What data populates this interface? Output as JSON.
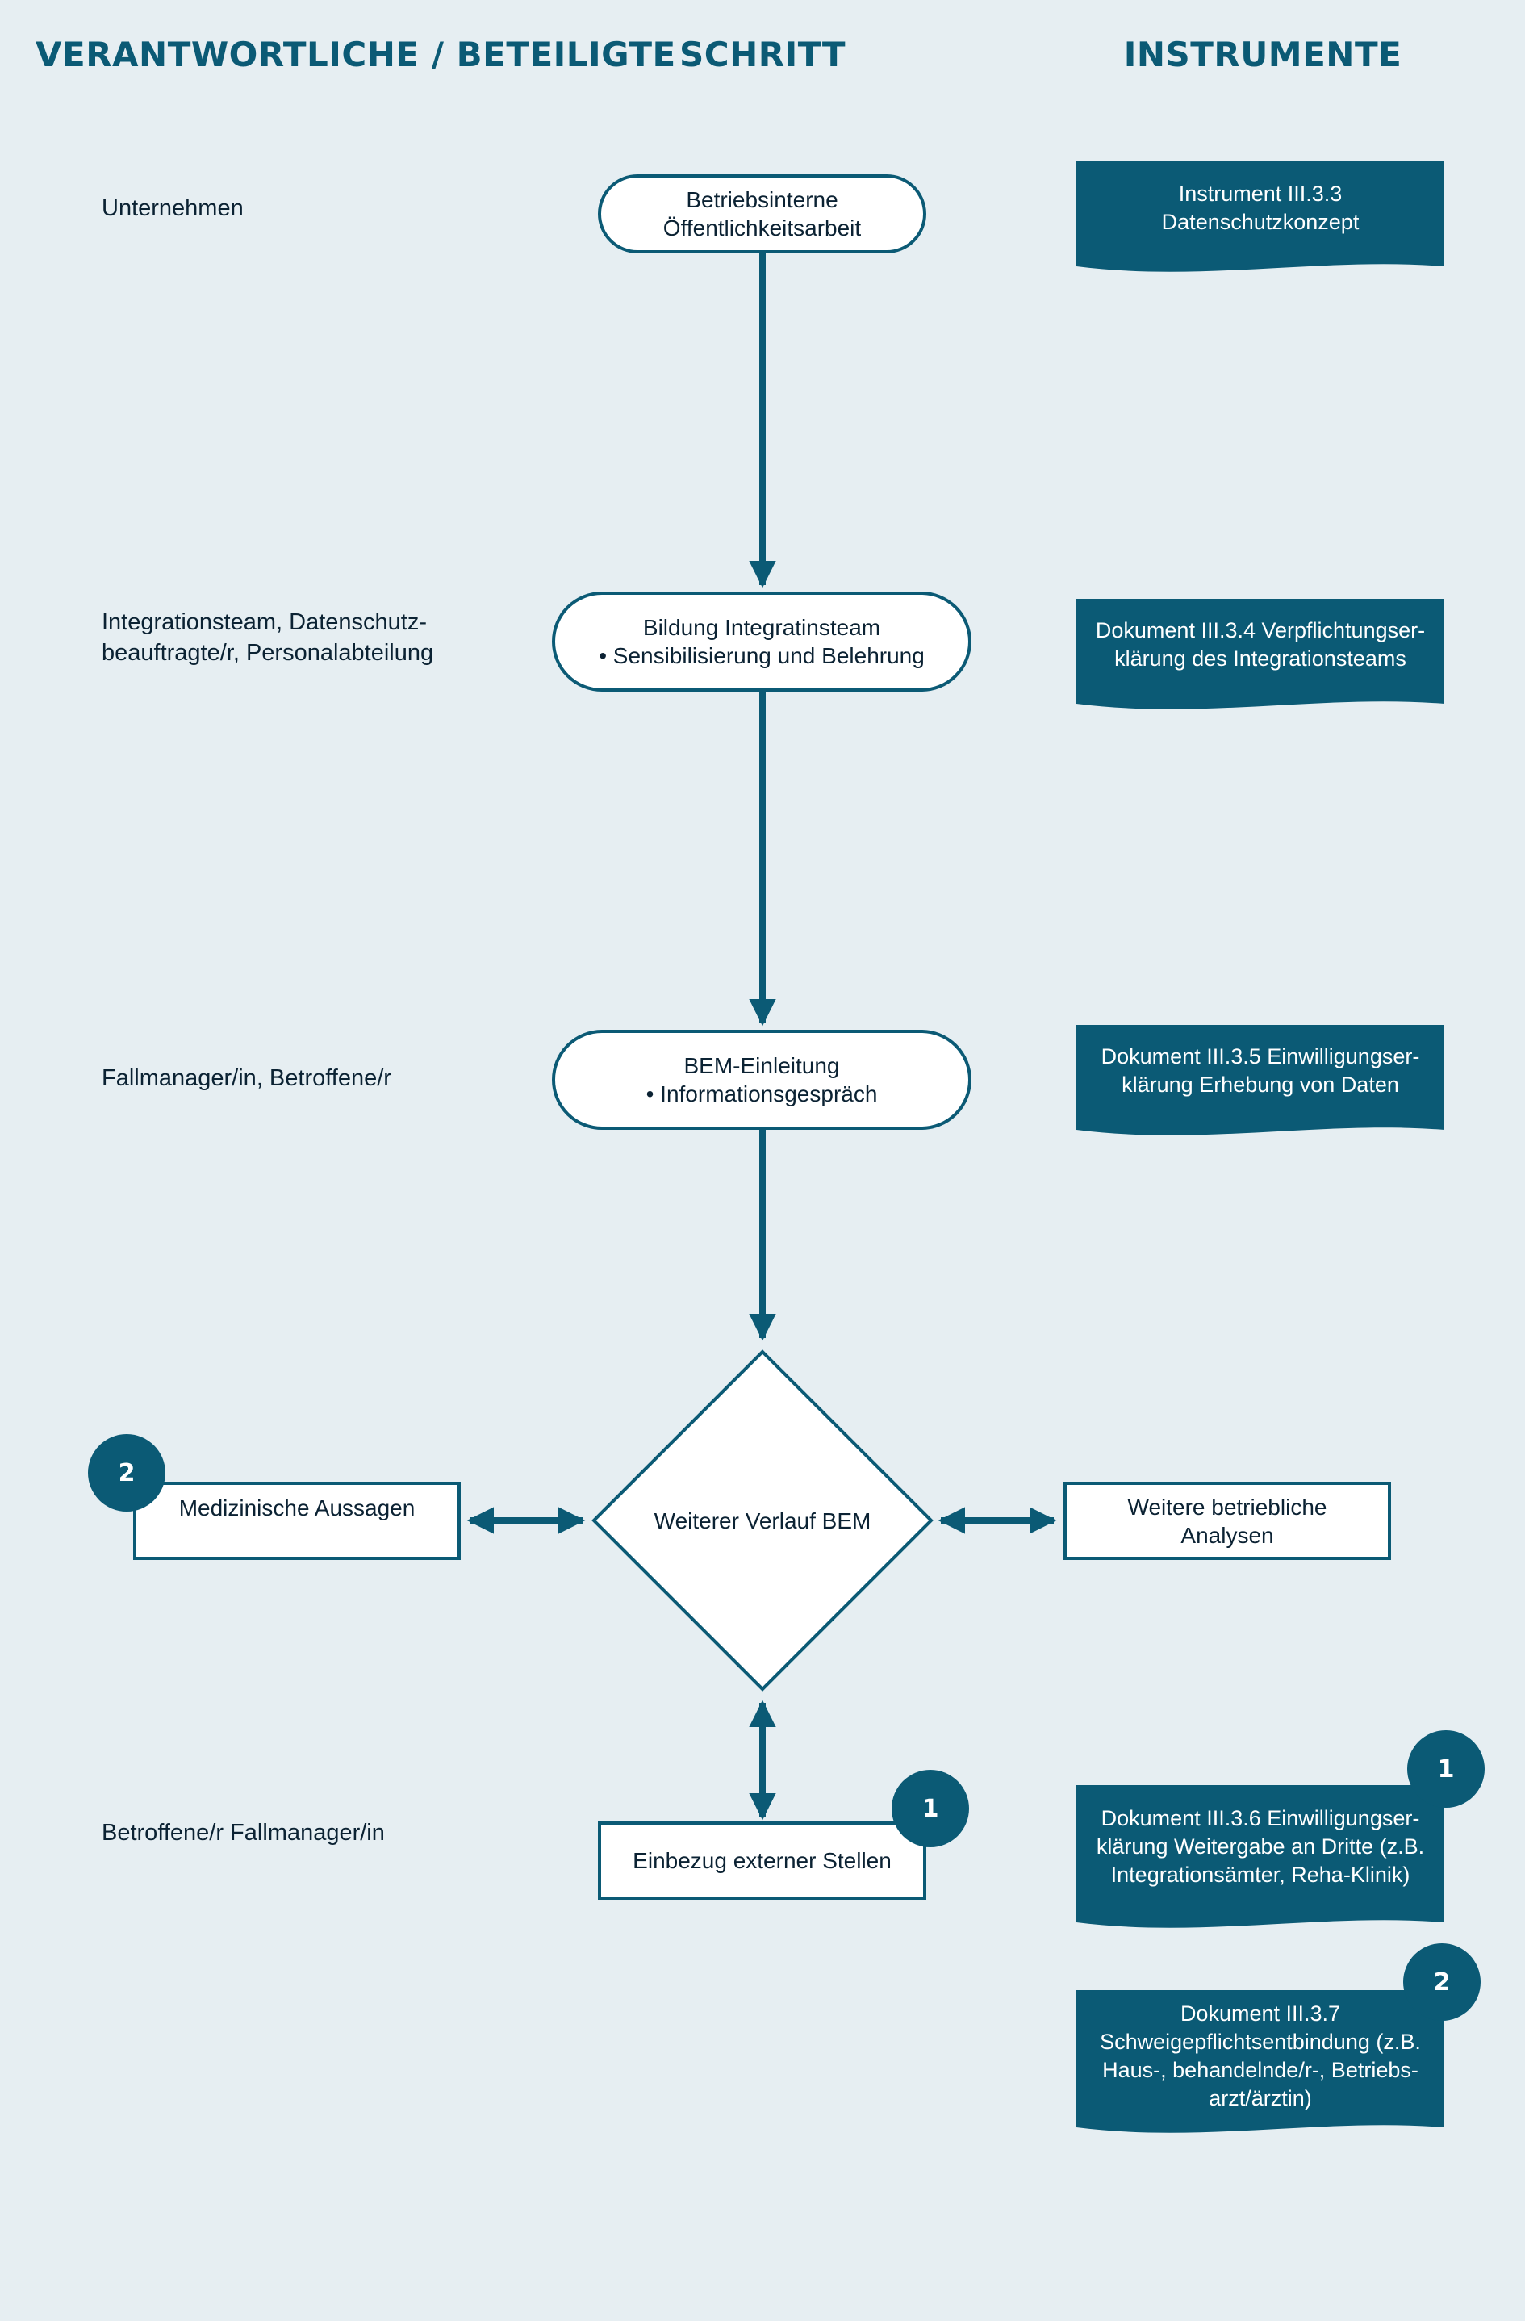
{
  "headers": {
    "responsible": "VERANTWORTLICHE / BETEILIGTE",
    "step": "SCHRITT",
    "instruments": "INSTRUMENTE"
  },
  "responsible": [
    {
      "lines": [
        "Unternehmen"
      ]
    },
    {
      "lines": [
        "Integrationsteam, Datenschutz-",
        "beauftragte/r, Personalabteilung"
      ]
    },
    {
      "lines": [
        "Fallmanager/in, Betroffene/r"
      ]
    },
    {
      "lines": [
        "Betroffene/r Fallmanager/in"
      ]
    }
  ],
  "steps": [
    {
      "lines": [
        "Betriebsinterne",
        "Öffentlichkeitsarbeit"
      ]
    },
    {
      "lines": [
        "Bildung Integratinsteam",
        "• Sensibilisierung und Belehrung"
      ]
    },
    {
      "lines": [
        "BEM-Einleitung",
        "• Informationsgespräch"
      ]
    },
    {
      "lines": [
        "Weiterer Verlauf BEM"
      ]
    },
    {
      "lines": [
        "Einbezug externer Stellen"
      ]
    }
  ],
  "side_boxes": {
    "left": {
      "lines": [
        "Medizinische Aussagen"
      ],
      "badge": "2"
    },
    "right": {
      "lines": [
        "Weitere betriebliche",
        "Analysen"
      ]
    }
  },
  "step_badge": "1",
  "instruments": [
    {
      "lines": [
        "Instrument III.3.3",
        "Datenschutzkonzept"
      ]
    },
    {
      "lines": [
        "Dokument III.3.4 Verpflichtungser-",
        "klärung des Integrationsteams"
      ]
    },
    {
      "lines": [
        "Dokument III.3.5 Einwilligungser-",
        "klärung Erhebung von Daten"
      ]
    },
    {
      "lines": [
        "Dokument III.3.6 Einwilligungser-",
        "klärung Weitergabe an Dritte (z.B.",
        "Integrationsämter, Reha-Klinik)"
      ],
      "badge": "1"
    },
    {
      "lines": [
        "Dokument III.3.7",
        "Schweigepflichtsentbindung (z.B.",
        "Haus-, behandelnde/r-, Betriebs-",
        "arzt/ärztin)"
      ],
      "badge": "2"
    }
  ],
  "colors": {
    "primary": "#0b5a75",
    "background": "#e6eef2",
    "node_fill": "#ffffff"
  }
}
